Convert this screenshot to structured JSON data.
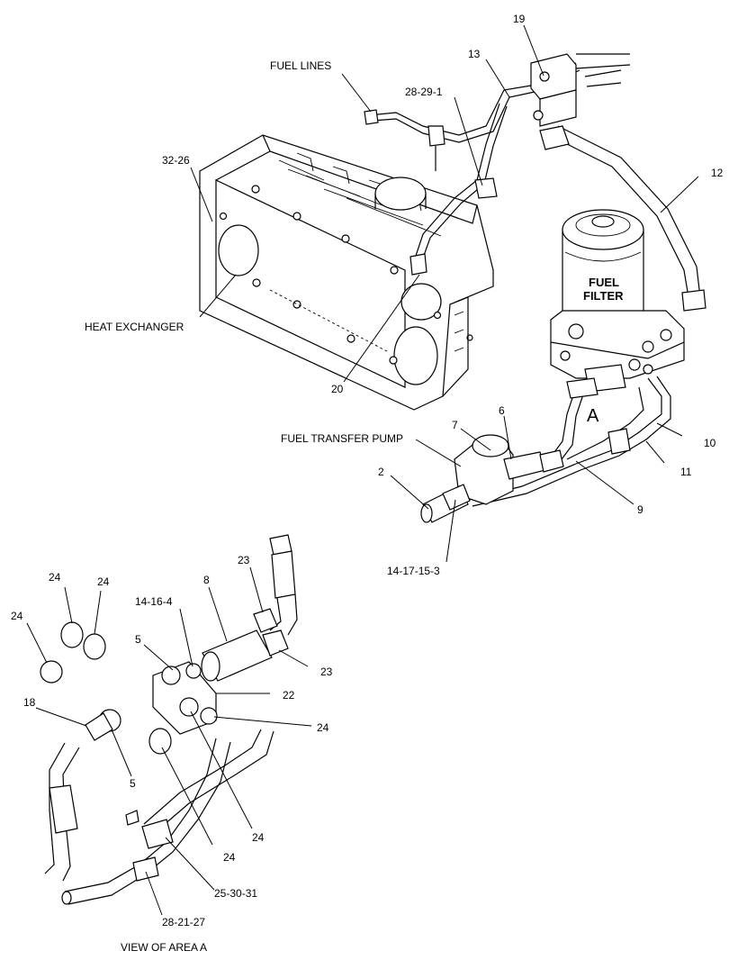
{
  "labels": {
    "fuel_lines": "FUEL LINES",
    "heat_exchanger": "HEAT EXCHANGER",
    "fuel_transfer_pump": "FUEL TRANSFER PUMP",
    "fuel_filter_line1": "FUEL",
    "fuel_filter_line2": "FILTER",
    "area_a": "A",
    "view_of_area_a": "VIEW OF AREA  A"
  },
  "callouts": {
    "c19": "19",
    "c13": "13",
    "c28_29_1": "28-29-1",
    "c32_26": "32-26",
    "c12": "12",
    "c20": "20",
    "c7": "7",
    "c6": "6",
    "c2": "2",
    "c10": "10",
    "c11": "11",
    "c9": "9",
    "c14_17_15_3": "14-17-15-3",
    "c24_a": "24",
    "c24_b": "24",
    "c24_c": "24",
    "c23_a": "23",
    "c8": "8",
    "c14_16_4": "14-16-4",
    "c5_a": "5",
    "c23_b": "23",
    "c22": "22",
    "c18": "18",
    "c24_d": "24",
    "c5_b": "5",
    "c24_e": "24",
    "c24_f": "24",
    "c25_30_31": "25-30-31",
    "c28_21_27": "28-21-27"
  }
}
